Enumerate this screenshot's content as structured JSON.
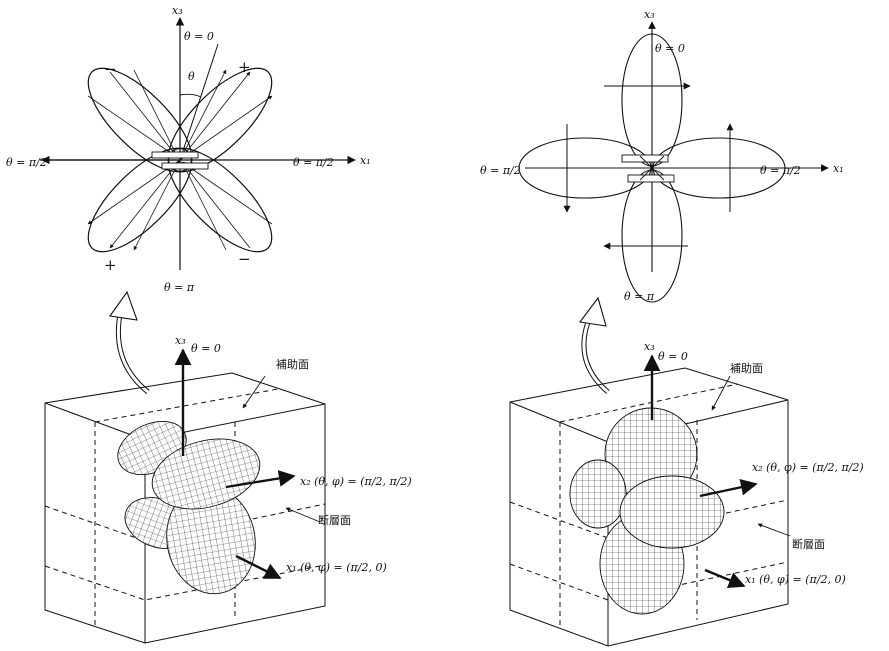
{
  "top_left": {
    "axis_x3": "x₃",
    "theta_0": "θ = 0",
    "theta_pi": "θ = π",
    "theta_half_left": "θ = π/2",
    "theta_half_right": "θ = π/2",
    "axis_x1": "x₁",
    "theta_mark": "θ",
    "sign_minus_tl": "−",
    "sign_plus_tr": "+",
    "sign_plus_bl": "+",
    "sign_minus_br": "−"
  },
  "top_right": {
    "axis_x3": "x₃",
    "theta_0": "θ = 0",
    "theta_pi": "θ = π",
    "theta_half_left": "θ = π/2",
    "theta_half_right": "θ = π/2",
    "axis_x1": "x₁"
  },
  "bottom_left": {
    "axis_x3": "x₃",
    "theta_0": "θ = 0",
    "aux_plane": "補助面",
    "x2_label": "x₂ (θ, φ) = (π/2, π/2)",
    "fault_plane": "断層面",
    "x1_label": "x₁ (θ, φ) = (π/2, 0)"
  },
  "bottom_right": {
    "axis_x3": "x₃",
    "theta_0": "θ = 0",
    "aux_plane": "補助面",
    "x2_label": "x₂ (θ, φ) = (π/2, π/2)",
    "fault_plane": "断層面",
    "x1_label": "x₁ (θ, φ) = (π/2, 0)"
  }
}
